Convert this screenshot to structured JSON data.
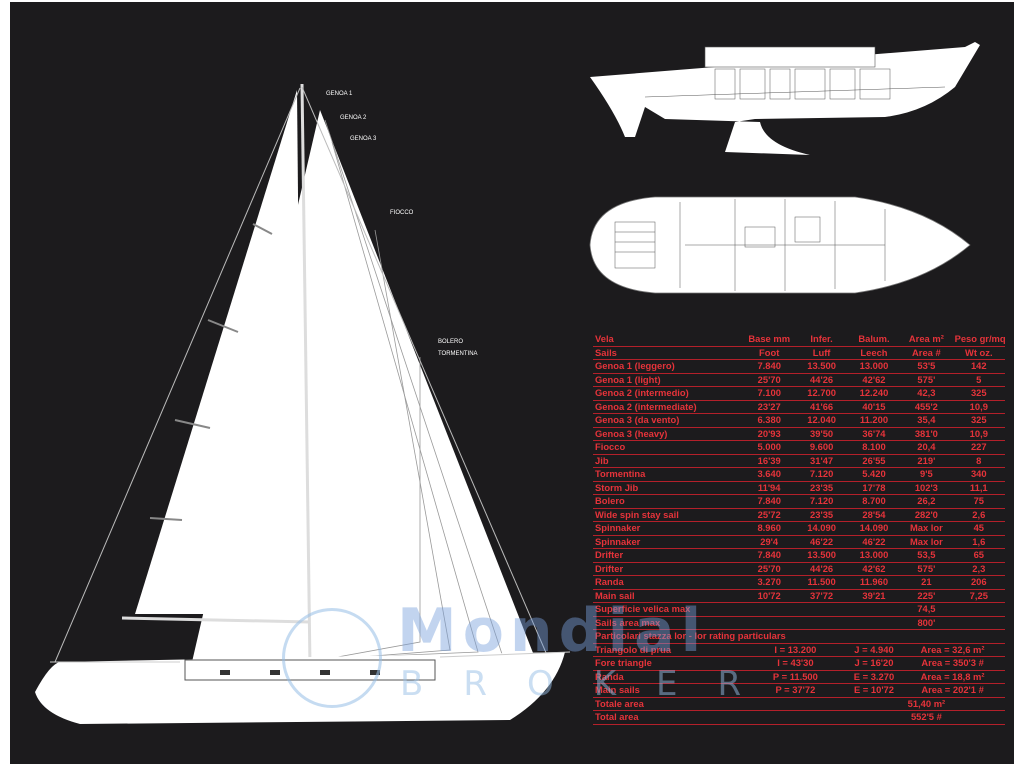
{
  "sail_labels": {
    "genoa1": "GENOA 1",
    "genoa2": "GENOA 2",
    "genoa3": "GENOA 3",
    "fiocco": "FIOCCO",
    "bolero": "BOLERO",
    "tormentina": "TORMENTINA"
  },
  "table": {
    "header": [
      "Vela",
      "Base mm",
      "Infer.",
      "Balum.",
      "Area m²",
      "Peso gr/mq"
    ],
    "subheader": [
      "Sails",
      "Foot",
      "Luff",
      "Leech",
      "Area #",
      "Wt oz."
    ],
    "rows": [
      [
        "Genoa 1 (leggero)",
        "7.840",
        "13.500",
        "13.000",
        "53'5",
        "142"
      ],
      [
        "Genoa 1 (light)",
        "25'70",
        "44'26",
        "42'62",
        "575'",
        "5"
      ],
      [
        "Genoa 2 (intermedio)",
        "7.100",
        "12.700",
        "12.240",
        "42,3",
        "325"
      ],
      [
        "Genoa 2 (intermediate)",
        "23'27",
        "41'66",
        "40'15",
        "455'2",
        "10,9"
      ],
      [
        "Genoa 3 (da vento)",
        "6.380",
        "12.040",
        "11.200",
        "35,4",
        "325"
      ],
      [
        "Genoa 3 (heavy)",
        "20'93",
        "39'50",
        "36'74",
        "381'0",
        "10,9"
      ],
      [
        "Fiocco",
        "5.000",
        "9.600",
        "8.100",
        "20,4",
        "227"
      ],
      [
        "Jib",
        "16'39",
        "31'47",
        "26'55",
        "219'",
        "8"
      ],
      [
        "Tormentina",
        "3.640",
        "7.120",
        "5.420",
        "9'5",
        "340"
      ],
      [
        "Storm Jib",
        "11'94",
        "23'35",
        "17'78",
        "102'3",
        "11,1"
      ],
      [
        "Bolero",
        "7.840",
        "7.120",
        "8.700",
        "26,2",
        "75"
      ],
      [
        "Wide spin stay sail",
        "25'72",
        "23'35",
        "28'54",
        "282'0",
        "2,6"
      ],
      [
        "Spinnaker",
        "8.960",
        "14.090",
        "14.090",
        "Max lor",
        "45"
      ],
      [
        "Spinnaker",
        "29'4",
        "46'22",
        "46'22",
        "Max lor",
        "1,6"
      ],
      [
        "Drifter",
        "7.840",
        "13.500",
        "13.000",
        "53,5",
        "65"
      ],
      [
        "Drifter",
        "25'70",
        "44'26",
        "42'62",
        "575'",
        "2,3"
      ],
      [
        "Randa",
        "3.270",
        "11.500",
        "11.960",
        "21",
        "206"
      ],
      [
        "Main sail",
        "10'72",
        "37'72",
        "39'21",
        "225'",
        "7,25"
      ]
    ],
    "summary": [
      {
        "label": "Superficie velica max",
        "value": "74,5"
      },
      {
        "label": "Sails area max",
        "value": "800'"
      }
    ],
    "rating_title": "Particolari stazza lor - Ior rating particulars",
    "rating_rows": [
      [
        "Triangolo di prua",
        "I = 13.200",
        "J = 4.940",
        "Area = 32,6 m²"
      ],
      [
        "Fore triangle",
        "I = 43'30",
        "J = 16'20",
        "Area = 350'3 #"
      ],
      [
        "Randa",
        "P = 11.500",
        "E = 3.270",
        "Area = 18,8 m²"
      ],
      [
        "Main sails",
        "P = 37'72",
        "E = 10'72",
        "Area = 202'1 #"
      ]
    ],
    "totals": [
      {
        "label": "Totale area",
        "value": "51,40 m²"
      },
      {
        "label": "Total area",
        "value": "552'5 #"
      }
    ]
  },
  "watermark": {
    "name": "Mondial",
    "sub": "BROKER"
  }
}
